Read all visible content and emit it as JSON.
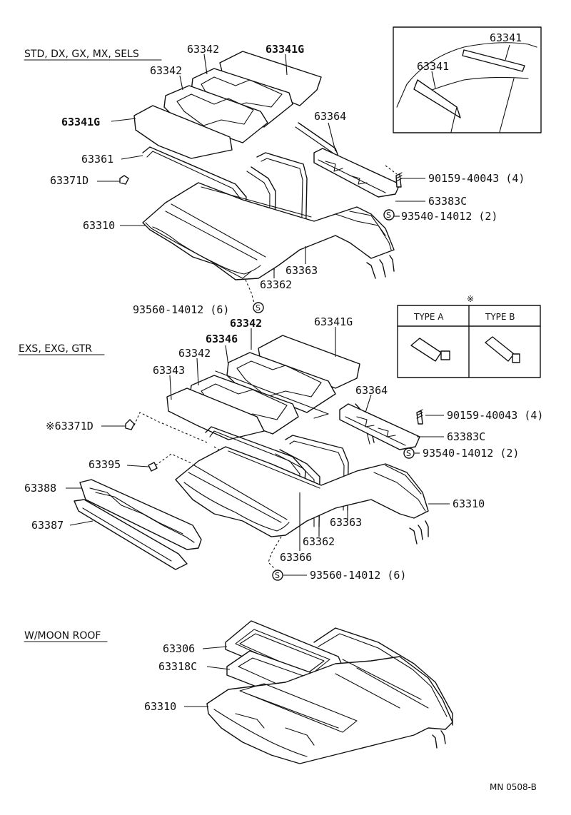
{
  "sections": {
    "std": "STD, DX, GX, MX, SELS",
    "exs": "EXS, EXG, GTR",
    "moon": "W/MOON ROOF"
  },
  "labels": {
    "s1_63342a": "63342",
    "s1_63341g_top": "63341G",
    "s1_63342b": "63342",
    "s1_63341g_left": "63341G",
    "s1_63364": "63364",
    "s1_63361": "63361",
    "s1_63371d": "63371D",
    "s1_bolt": "90159-40043 (4)",
    "s1_63383c": "63383C",
    "s1_clip": "93540-14012 (2)",
    "s1_63310": "63310",
    "s1_63363": "63363",
    "s1_63362": "63362",
    "s1_clip6": "93560-14012 (6)",
    "s2_63342a": "63342",
    "s2_63341g": "63341G",
    "s2_63346": "63346",
    "s2_63342b": "63342",
    "s2_63343": "63343",
    "s2_63364": "63364",
    "s2_63371d": "※63371D",
    "s2_bolt": "90159-40043 (4)",
    "s2_63383c": "63383C",
    "s2_clip": "93540-14012 (2)",
    "s2_63395": "63395",
    "s2_63388": "63388",
    "s2_63387": "63387",
    "s2_63310": "63310",
    "s2_63363": "63363",
    "s2_63362": "63362",
    "s2_63366": "63366",
    "s2_clip6": "93560-14012 (6)",
    "s3_63306": "63306",
    "s3_63318c": "63318C",
    "s3_63310": "63310",
    "inset_63341a": "63341",
    "inset_63341b": "63341"
  },
  "type_table": {
    "mark": "※",
    "type_a": "TYPE A",
    "type_b": "TYPE B"
  },
  "symbols": {
    "s": "S"
  },
  "footer": {
    "code": "MN 0508-B"
  }
}
